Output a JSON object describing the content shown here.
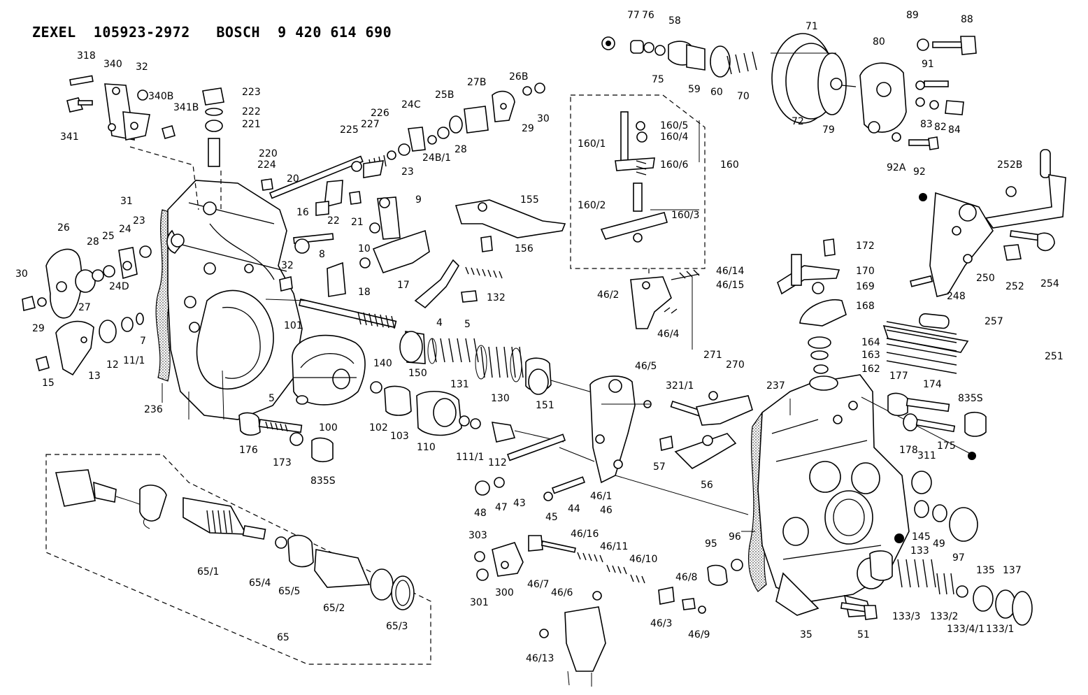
{
  "header": {
    "title": "ZEXEL  105923-2972   BOSCH  9 420 614 690"
  },
  "callouts": [
    "77",
    "76",
    "58",
    "71",
    "89",
    "88",
    "318",
    "340",
    "32",
    "340B",
    "223",
    "222",
    "221",
    "341B",
    "341",
    "75",
    "59",
    "60",
    "70",
    "72",
    "79",
    "80",
    "91",
    "83",
    "82",
    "84",
    "92A",
    "92",
    "27B",
    "26B",
    "29",
    "30",
    "24C",
    "25B",
    "28",
    "226",
    "225",
    "227",
    "24B/1",
    "23",
    "160/5",
    "160/4",
    "160/1",
    "160/6",
    "160",
    "160/2",
    "160/3",
    "220",
    "224",
    "20",
    "9",
    "155",
    "22",
    "21",
    "10",
    "156",
    "31",
    "26",
    "28",
    "25",
    "24",
    "23",
    "16",
    "32",
    "8",
    "17",
    "18",
    "30",
    "27",
    "24D",
    "29",
    "4",
    "5",
    "132",
    "7",
    "11/1",
    "12",
    "13",
    "15",
    "46/14",
    "46/15",
    "46/2",
    "46/4",
    "172",
    "170",
    "169",
    "168",
    "164",
    "163",
    "162",
    "252B",
    "252",
    "254",
    "250",
    "248",
    "257",
    "251",
    "101",
    "140",
    "150",
    "131",
    "130",
    "151",
    "5",
    "236",
    "100",
    "102",
    "103",
    "110",
    "111/1",
    "112",
    "176",
    "173",
    "835S",
    "46/5",
    "271",
    "270",
    "321/1",
    "237",
    "177",
    "174",
    "835S",
    "178",
    "175",
    "311",
    "57",
    "56",
    "46/1",
    "46",
    "48",
    "47",
    "43",
    "45",
    "44",
    "145",
    "49",
    "97",
    "65/1",
    "65/4",
    "65/5",
    "65/2",
    "65/3",
    "65",
    "303",
    "301",
    "300",
    "46/16",
    "46/11",
    "46/10",
    "46/7",
    "46/6",
    "46/8",
    "46/3",
    "46/9",
    "95",
    "96",
    "133",
    "133/3",
    "133/2",
    "133/4/1",
    "133/1",
    "135",
    "137",
    "35",
    "51",
    "46/13"
  ]
}
